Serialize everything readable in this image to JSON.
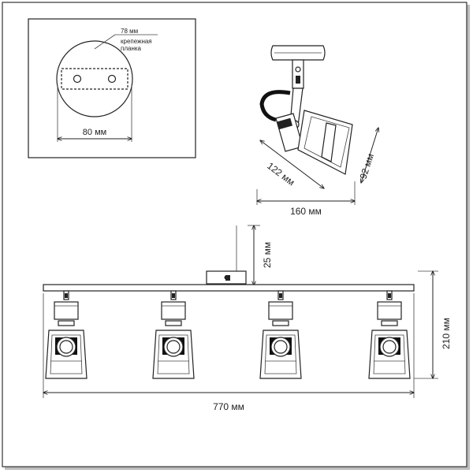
{
  "inset": {
    "plate_size_label": "78 мм",
    "mount_label_line1": "крепежная",
    "mount_label_line2": "планка",
    "base_width_label": "80 мм"
  },
  "side_view": {
    "length_label": "122 мм",
    "height_label": "92 мм",
    "depth_label": "160 мм"
  },
  "front_view": {
    "top_gap_label": "25 мм",
    "total_height_label": "210 мм",
    "total_width_label": "770 мм"
  }
}
